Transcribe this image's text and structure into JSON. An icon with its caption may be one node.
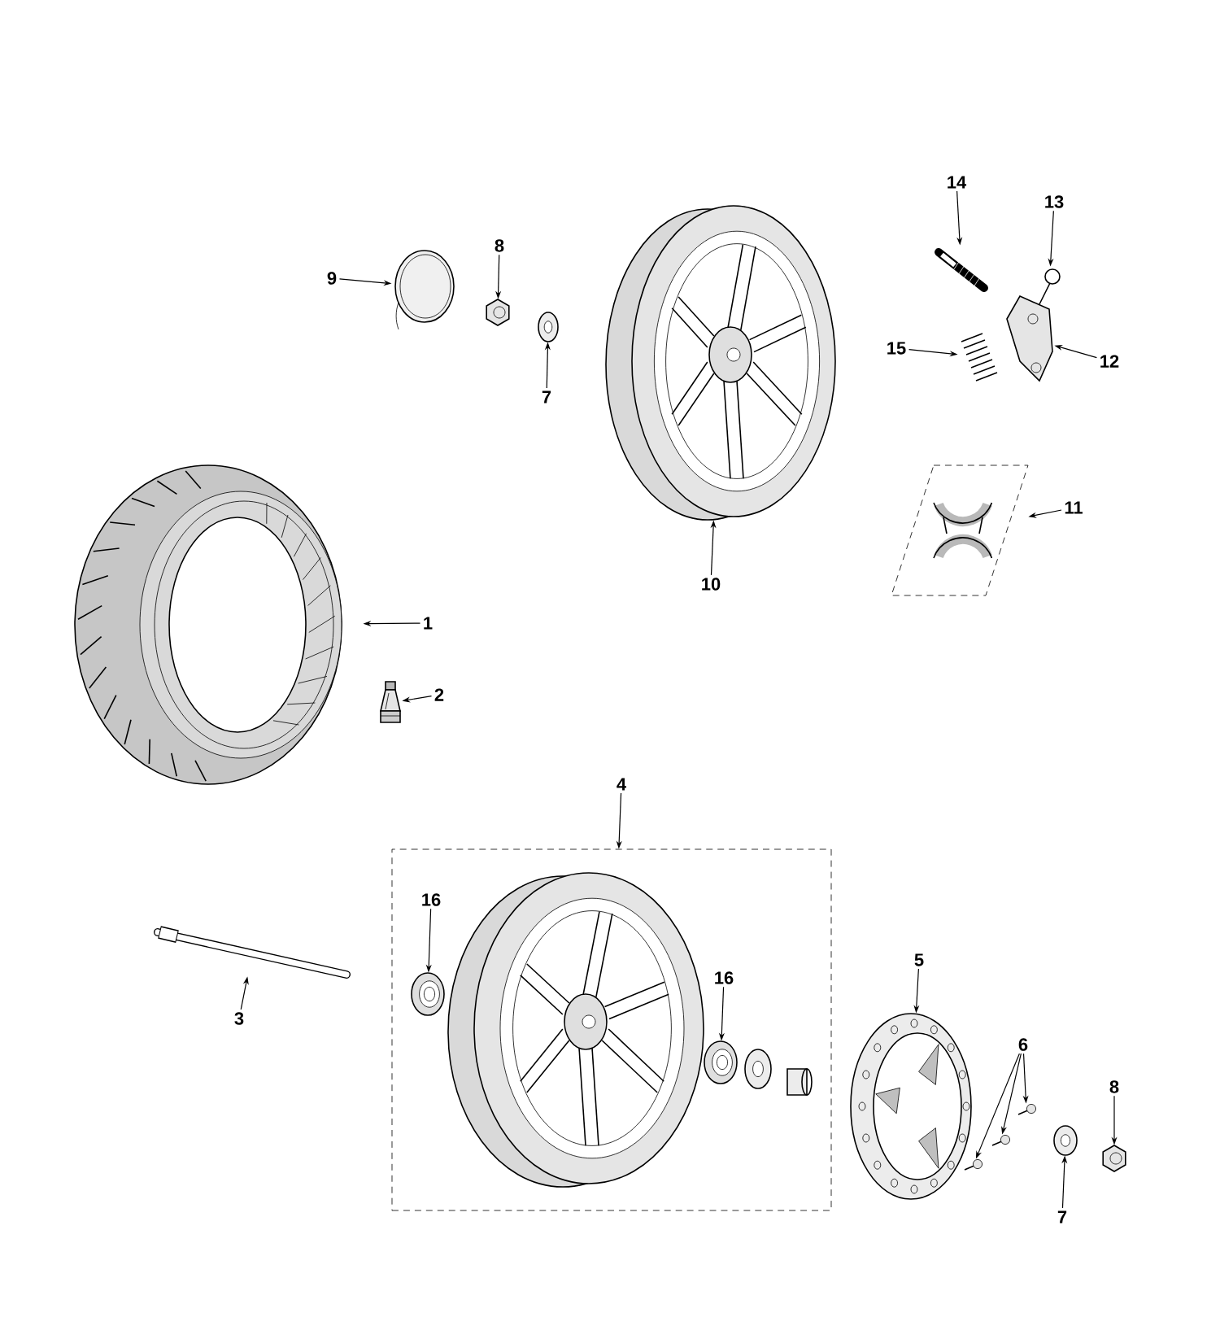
{
  "diagram": {
    "nodes": [
      {
        "text": [
          "14"
        ]
      },
      {
        "text": [
          "13"
        ]
      },
      {
        "text": [
          "9"
        ]
      },
      {
        "text": [
          "8"
        ]
      },
      {
        "text": [
          "7"
        ]
      },
      {
        "text": [
          "15"
        ]
      },
      {
        "text": [
          "12"
        ]
      },
      {
        "text": [
          "11"
        ]
      },
      {
        "text": [
          "10"
        ]
      },
      {
        "text": [
          "1"
        ]
      },
      {
        "text": [
          "2"
        ]
      },
      {
        "text": [
          "4"
        ]
      },
      {
        "text": [],
        "shape": "box"
      },
      {
        "text": [
          "16"
        ],
        "in": 12
      },
      {
        "text": [
          "16"
        ],
        "in": 12
      },
      {
        "text": [
          "5"
        ]
      },
      {
        "text": [
          "6"
        ]
      },
      {
        "text": [
          "8"
        ]
      },
      {
        "text": [
          "7"
        ]
      },
      {
        "text": [
          "3"
        ]
      },
      {
        "text": [],
        "shape": "picture"
      },
      {
        "text": [],
        "shape": "picture"
      },
      {
        "text": [],
        "shape": "circle"
      },
      {
        "text": [],
        "shape": "picture"
      },
      {
        "text": [],
        "shape": "picture"
      },
      {
        "text": [],
        "shape": "picture"
      },
      {
        "text": [],
        "shape": "picture"
      },
      {
        "text": [],
        "shape": "box"
      },
      {
        "text": [],
        "shape": "picture",
        "in": 27
      },
      {
        "text": [],
        "shape": "picture"
      },
      {
        "text": [],
        "shape": "picture"
      },
      {
        "text": [],
        "shape": "picture"
      },
      {
        "text": [],
        "shape": "picture",
        "in": 12
      },
      {
        "text": [],
        "shape": "picture",
        "in": 12
      },
      {
        "text": [],
        "shape": "picture",
        "in": 12
      },
      {
        "text": [],
        "shape": "picture"
      },
      {
        "text": [],
        "shape": "picture"
      },
      {
        "text": [],
        "shape": "picture"
      },
      {
        "text": [],
        "shape": "picture"
      },
      {
        "text": [],
        "shape": "picture"
      },
      {
        "text": [],
        "shape": "picture"
      },
      {
        "text": [],
        "shape": "picture"
      }
    ],
    "edges": [
      {
        "from": 0,
        "to": 20,
        "arrow": "to"
      },
      {
        "from": 1,
        "to": 21,
        "arrow": "to"
      },
      {
        "from": 2,
        "to": 22,
        "arrow": "to"
      },
      {
        "from": 3,
        "to": 23,
        "arrow": "to"
      },
      {
        "from": 4,
        "to": 24,
        "arrow": "to"
      },
      {
        "from": 5,
        "to": 25,
        "arrow": "to"
      },
      {
        "from": 6,
        "to": 26,
        "arrow": "to"
      },
      {
        "from": 7,
        "to": 27,
        "arrow": "to"
      },
      {
        "from": 8,
        "to": 29,
        "arrow": "to"
      },
      {
        "from": 9,
        "to": 30,
        "arrow": "to"
      },
      {
        "from": 10,
        "to": 31,
        "arrow": "to"
      },
      {
        "from": 11,
        "to": 12,
        "arrow": "to"
      },
      {
        "from": 13,
        "to": 33,
        "arrow": "to"
      },
      {
        "from": 14,
        "to": 34,
        "arrow": "to"
      },
      {
        "from": 15,
        "to": 35,
        "arrow": "to"
      },
      {
        "from": 16,
        "to": 36,
        "arrow": "to"
      },
      {
        "from": 16,
        "to": 37,
        "arrow": "to"
      },
      {
        "from": 16,
        "to": 38,
        "arrow": "to"
      },
      {
        "from": 17,
        "to": 40,
        "arrow": "to"
      },
      {
        "from": 18,
        "to": 39,
        "arrow": "to"
      },
      {
        "from": 19,
        "to": 41,
        "arrow": "to"
      }
    ]
  }
}
